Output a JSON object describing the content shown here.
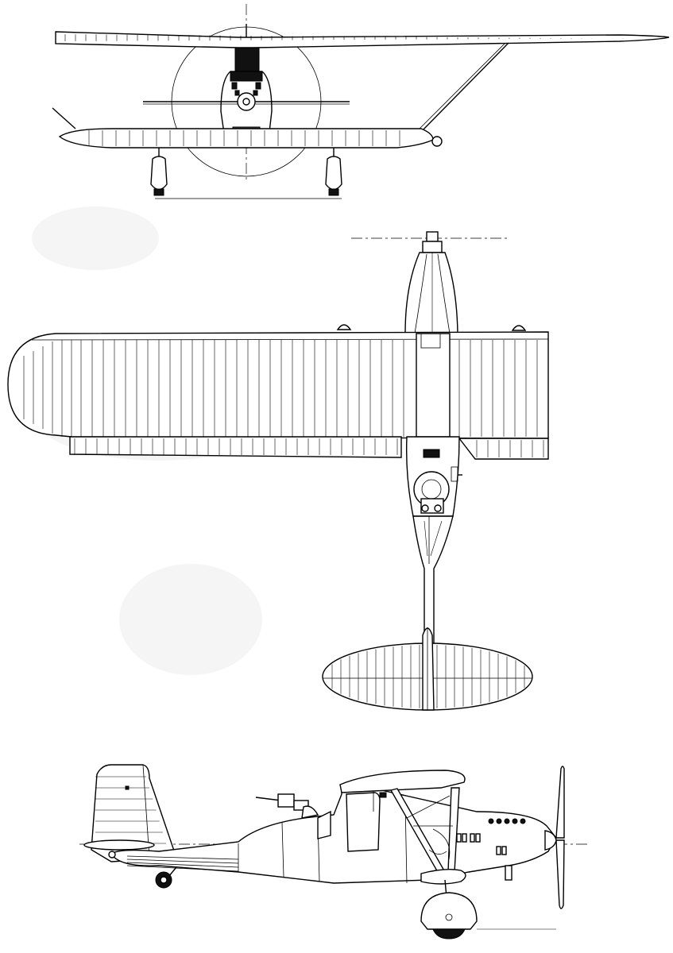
{
  "drawing": {
    "views": [
      "front-view",
      "plan-view",
      "side-view"
    ]
  },
  "colors": {
    "paper": "#ffffff",
    "ink": "#000000"
  }
}
